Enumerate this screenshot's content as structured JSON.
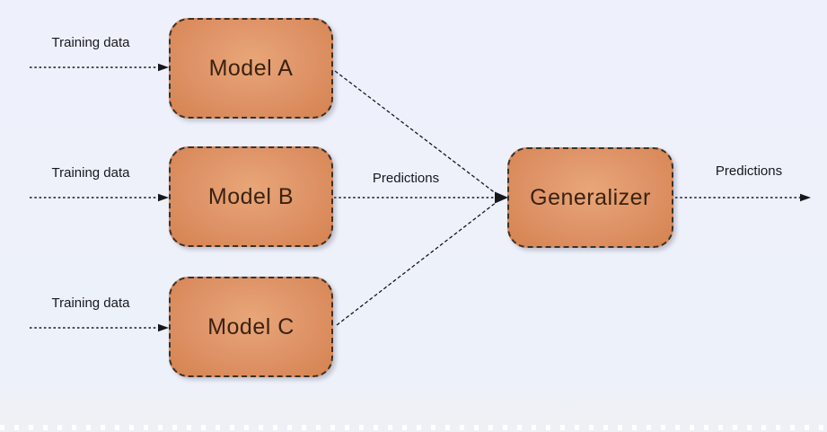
{
  "diagram": {
    "type": "stacked-generalization-ensemble",
    "nodes": [
      {
        "id": "model-a",
        "label": "Model A"
      },
      {
        "id": "model-b",
        "label": "Model B"
      },
      {
        "id": "model-c",
        "label": "Model C"
      },
      {
        "id": "generalizer",
        "label": "Generalizer"
      }
    ],
    "edge_labels": [
      {
        "id": "training-data-a",
        "text": "Training data"
      },
      {
        "id": "training-data-b",
        "text": "Training data"
      },
      {
        "id": "training-data-c",
        "text": "Training data"
      },
      {
        "id": "predictions-mid",
        "text": "Predictions"
      },
      {
        "id": "predictions-out",
        "text": "Predictions"
      }
    ],
    "edges": [
      {
        "from": "training-data-a",
        "to": "model-a",
        "style": "dotted-arrow"
      },
      {
        "from": "training-data-b",
        "to": "model-b",
        "style": "dotted-arrow"
      },
      {
        "from": "training-data-c",
        "to": "model-c",
        "style": "dotted-arrow"
      },
      {
        "from": "model-a",
        "to": "generalizer",
        "style": "dashed"
      },
      {
        "from": "model-b",
        "to": "generalizer",
        "style": "dotted",
        "label": "Predictions"
      },
      {
        "from": "model-c",
        "to": "generalizer",
        "style": "dashed"
      },
      {
        "from": "generalizer",
        "to": "output",
        "style": "dotted-arrow",
        "label": "Predictions"
      }
    ],
    "colors": {
      "node_fill": "#de9266",
      "node_fill_light": "#e8a678",
      "node_fill_dark": "#d5834f",
      "node_border": "#38322c",
      "node_text": "#3b2211",
      "label_text": "#16181d",
      "line": "#15171b",
      "background": "#edf1fa"
    }
  }
}
